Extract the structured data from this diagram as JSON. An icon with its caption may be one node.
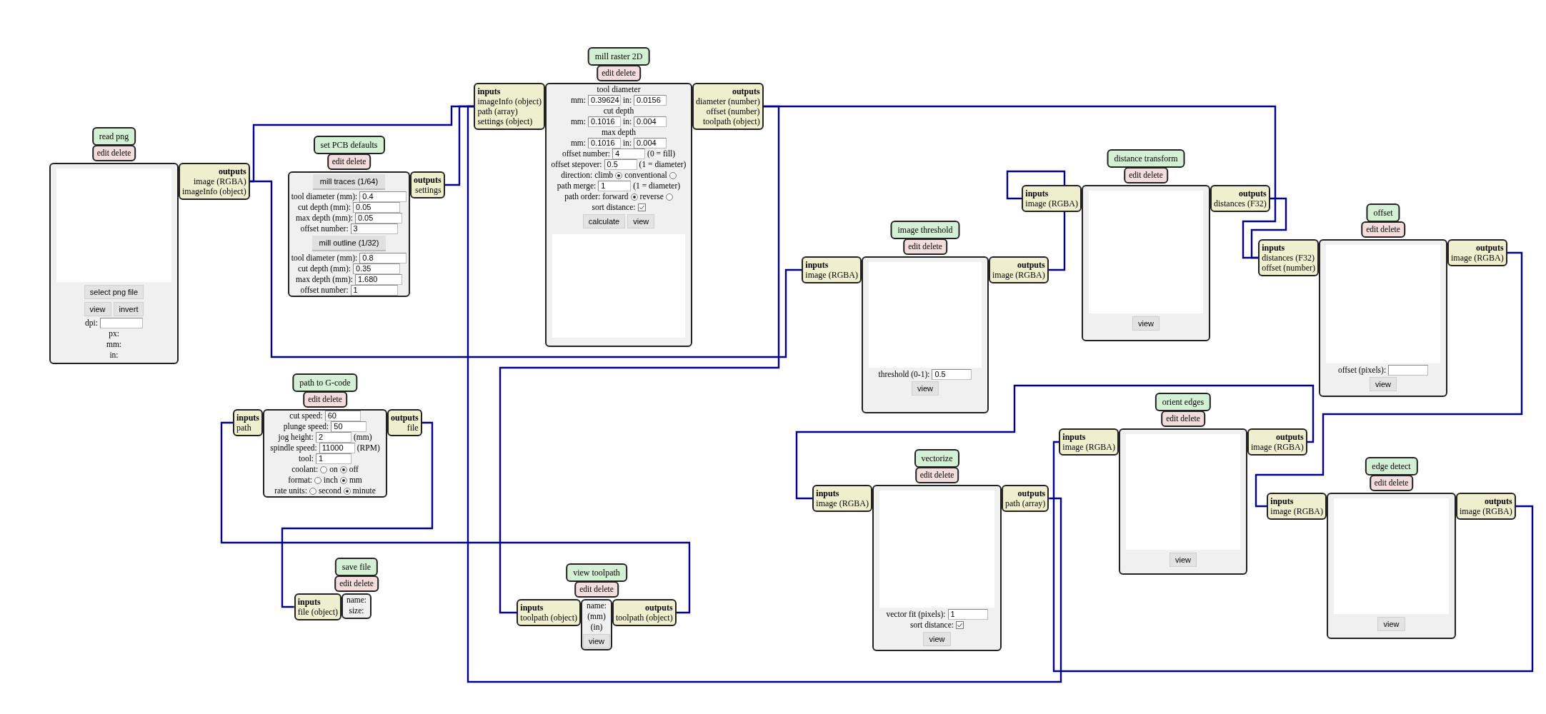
{
  "diagram": {
    "nodes": [
      {
        "text": [
          "read png"
        ]
      },
      {
        "text": [
          "edit delete"
        ]
      },
      {
        "text": [
          "select png file",
          "view",
          "invert",
          "dpi:",
          "px:",
          "mm:",
          "in:"
        ]
      },
      {
        "text": [
          "outputs",
          "image (RGBA)",
          "imageInfo (object)"
        ]
      },
      {
        "text": [
          "set PCB defaults"
        ]
      },
      {
        "text": [
          "edit delete"
        ]
      },
      {
        "text": [
          "mill traces (1/64)",
          "tool diameter (mm):",
          "0.4",
          "cut depth (mm):",
          "0.05",
          "max depth (mm):",
          "0.05",
          "offset number:",
          "3",
          "mill outline (1/32)",
          "tool diameter (mm):",
          "0.8",
          "cut depth (mm):",
          "0.35",
          "max depth (mm):",
          "1.680",
          "offset number:",
          "1"
        ]
      },
      {
        "text": [
          "outputs",
          "settings"
        ]
      },
      {
        "text": [
          "mill raster 2D"
        ]
      },
      {
        "text": [
          "edit delete"
        ]
      },
      {
        "text": [
          "inputs",
          "imageInfo (object)",
          "path (array)",
          "settings (object)"
        ]
      },
      {
        "text": [
          "tool diameter",
          "mm:",
          "0.39624",
          "in:",
          "0.0156",
          "cut depth",
          "mm:",
          "0.1016",
          "in:",
          "0.004",
          "max depth",
          "mm:",
          "0.1016",
          "in:",
          "0.004",
          "offset number:",
          "4",
          "(0 = fill)",
          "offset stepover:",
          "0.5",
          "(1 = diameter)",
          "direction: climb",
          "conventional",
          "path merge:",
          "1",
          "(1 = diameter)",
          "path order: forward",
          "reverse",
          "sort distance:",
          "calculate",
          "view"
        ]
      },
      {
        "text": [
          "outputs",
          "diameter (number)",
          "offset (number)",
          "toolpath (object)"
        ]
      },
      {
        "text": [
          "image threshold"
        ]
      },
      {
        "text": [
          "edit delete"
        ]
      },
      {
        "text": [
          "inputs",
          "image (RGBA)"
        ]
      },
      {
        "text": [
          "threshold (0-1):",
          "0.5",
          "view"
        ]
      },
      {
        "text": [
          "outputs",
          "image (RGBA)"
        ]
      },
      {
        "text": [
          "distance transform"
        ]
      },
      {
        "text": [
          "edit delete"
        ]
      },
      {
        "text": [
          "inputs",
          "image (RGBA)"
        ]
      },
      {
        "text": [
          "view"
        ]
      },
      {
        "text": [
          "outputs",
          "distances (F32)"
        ]
      },
      {
        "text": [
          "offset"
        ]
      },
      {
        "text": [
          "edit delete"
        ]
      },
      {
        "text": [
          "inputs",
          "distances (F32)",
          "offset (number)"
        ]
      },
      {
        "text": [
          "offset (pixels):",
          "view"
        ]
      },
      {
        "text": [
          "outputs",
          "image (RGBA)"
        ]
      },
      {
        "text": [
          "path to G-code"
        ]
      },
      {
        "text": [
          "edit delete"
        ]
      },
      {
        "text": [
          "inputs",
          "path"
        ]
      },
      {
        "text": [
          "cut speed:",
          "60",
          "plunge speed:",
          "50",
          "jog height:",
          "2",
          "(mm)",
          "spindle speed:",
          "11000",
          "(RPM)",
          "tool:",
          "1",
          "coolant:",
          "on",
          "off",
          "format:",
          "inch",
          "mm",
          "rate units:",
          "second",
          "minute"
        ]
      },
      {
        "text": [
          "outputs",
          "file"
        ]
      },
      {
        "text": [
          "save file"
        ]
      },
      {
        "text": [
          "edit delete"
        ]
      },
      {
        "text": [
          "inputs",
          "file (object)"
        ]
      },
      {
        "text": [
          "name:",
          "size:"
        ]
      },
      {
        "text": [
          "view toolpath"
        ]
      },
      {
        "text": [
          "edit delete"
        ]
      },
      {
        "text": [
          "inputs",
          "toolpath (object)"
        ]
      },
      {
        "text": [
          "name:",
          "(mm)",
          "(in)",
          "view"
        ]
      },
      {
        "text": [
          "outputs",
          "toolpath (object)"
        ]
      },
      {
        "text": [
          "vectorize"
        ]
      },
      {
        "text": [
          "edit delete"
        ]
      },
      {
        "text": [
          "inputs",
          "image (RGBA)"
        ]
      },
      {
        "text": [
          "vector fit (pixels):",
          "1",
          "sort distance:",
          "view"
        ]
      },
      {
        "text": [
          "outputs",
          "path (array)"
        ]
      },
      {
        "text": [
          "orient edges"
        ]
      },
      {
        "text": [
          "edit delete"
        ]
      },
      {
        "text": [
          "inputs",
          "image (RGBA)"
        ]
      },
      {
        "text": [
          "view"
        ]
      },
      {
        "text": [
          "outputs",
          "image (RGBA)"
        ]
      },
      {
        "text": [
          "edge detect"
        ]
      },
      {
        "text": [
          "edit delete"
        ]
      },
      {
        "text": [
          "inputs",
          "image (RGBA)"
        ]
      },
      {
        "text": [
          "view"
        ]
      },
      {
        "text": [
          "outputs",
          "image (RGBA)"
        ]
      }
    ],
    "edges": [
      {
        "from": 3,
        "to": 15,
        "arrow": "none"
      },
      {
        "from": 3,
        "to": 10,
        "arrow": "none"
      },
      {
        "from": 7,
        "to": 10,
        "arrow": "none"
      },
      {
        "from": 12,
        "to": 39,
        "arrow": "none"
      },
      {
        "from": 12,
        "to": 25,
        "arrow": "none"
      },
      {
        "from": 17,
        "to": 20,
        "arrow": "none"
      },
      {
        "from": 22,
        "to": 25,
        "arrow": "none"
      },
      {
        "from": 27,
        "to": 54,
        "arrow": "none"
      },
      {
        "from": 56,
        "to": 49,
        "arrow": "none"
      },
      {
        "from": 51,
        "to": 44,
        "arrow": "none"
      },
      {
        "from": 46,
        "to": 10,
        "arrow": "none"
      },
      {
        "from": 41,
        "to": 30,
        "arrow": "none"
      },
      {
        "from": 32,
        "to": 35,
        "arrow": "none"
      }
    ]
  }
}
